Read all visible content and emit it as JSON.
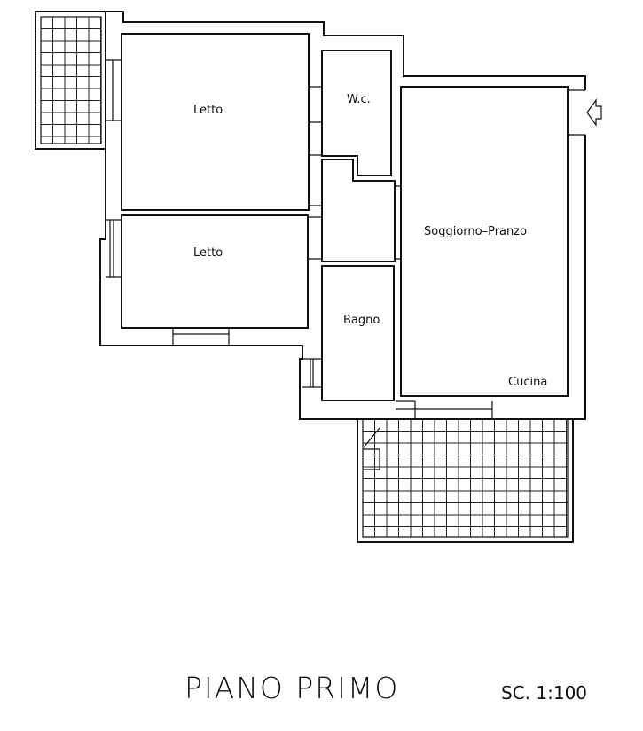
{
  "plan": {
    "rooms": {
      "bedroom_1": "Letto",
      "bedroom_2": "Letto",
      "wc": "W.c.",
      "bathroom": "Bagno",
      "living": "Soggiorno–Pranzo",
      "kitchen": "Cucina"
    },
    "title": "PIANO PRIMO",
    "scale": "SC. 1:100"
  }
}
